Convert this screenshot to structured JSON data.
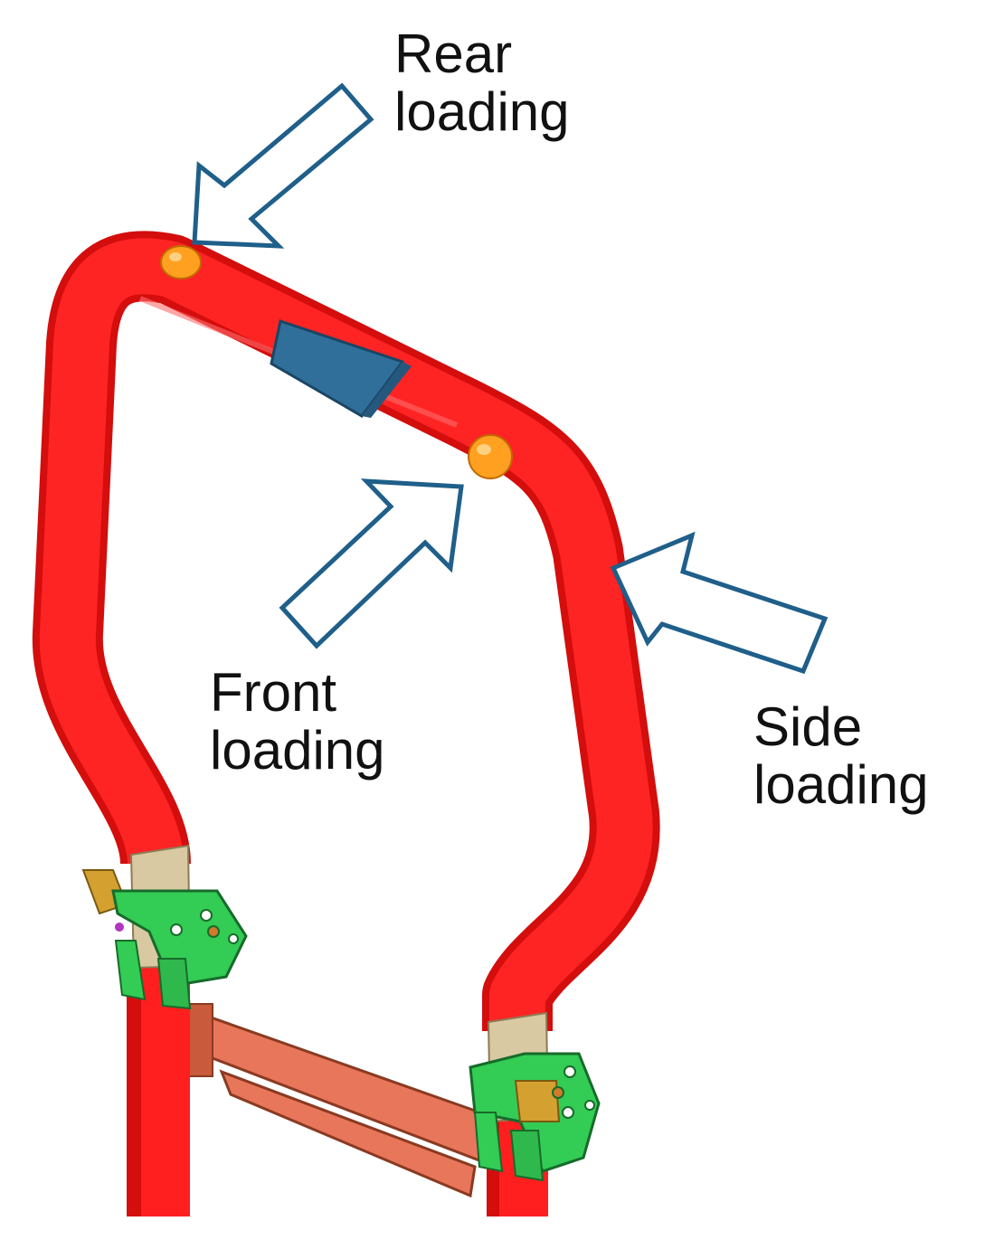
{
  "labels": {
    "rear": {
      "line1": "Rear",
      "line2": "loading"
    },
    "front": {
      "line1": "Front",
      "line2": "loading"
    },
    "side": {
      "line1": "Side",
      "line2": "loading"
    }
  },
  "colors": {
    "tube": "#ff1f1f",
    "tube_shade": "#d40d0d",
    "sleeve": "#2f6f9a",
    "insert": "#d8c9a2",
    "bracket": "#33cc55",
    "crossbar": "#e8765a",
    "load_point": "#ffa020",
    "arrow_outline": "#1f5f8a"
  }
}
